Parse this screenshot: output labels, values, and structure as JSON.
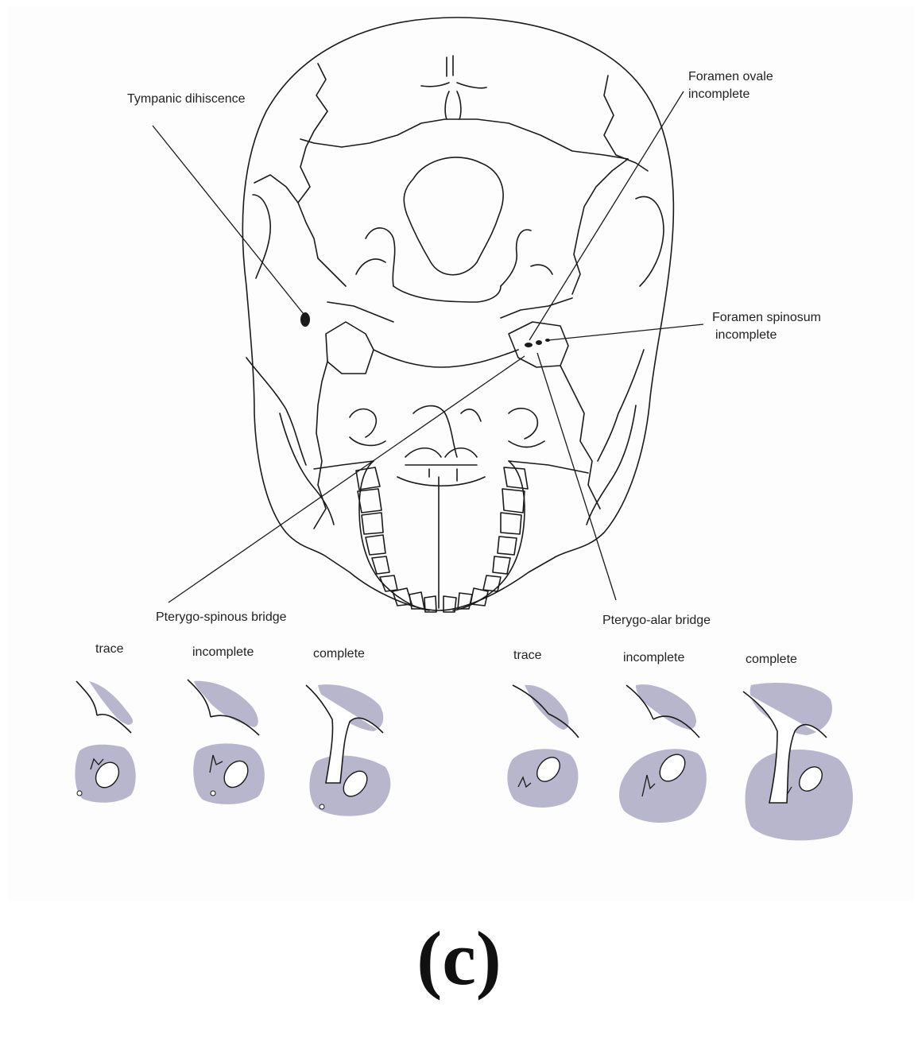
{
  "labels": {
    "tympanic": "Tympanic dihiscence",
    "ovale_line1": "Foramen ovale",
    "ovale_line2": "incomplete",
    "spinosum_line1": "Foramen spinosum",
    "spinosum_line2": "incomplete",
    "pterygo_spinous": "Pterygo-spinous bridge",
    "pterygo_alar": "Pterygo-alar bridge"
  },
  "stages_left": [
    "trace",
    "incomplete",
    "complete"
  ],
  "stages_right": [
    "trace",
    "incomplete",
    "complete"
  ],
  "panel_label": "(c)",
  "colors": {
    "line": "#1a1a1a",
    "shade": "#b8b6cc"
  }
}
